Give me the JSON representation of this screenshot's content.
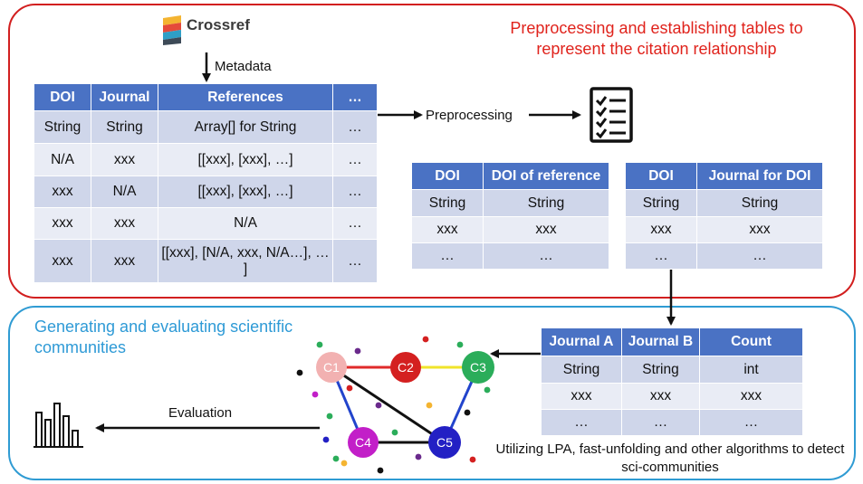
{
  "top_panel": {
    "title": "Preprocessing and establishing tables to represent the citation relationship"
  },
  "bottom_panel": {
    "title": "Generating and evaluating scientific communities"
  },
  "logo": {
    "text": "Crossref",
    "icon": "crossref-logo-icon"
  },
  "labels": {
    "metadata": "Metadata",
    "preprocessing": "Preprocessing",
    "evaluation": "Evaluation",
    "algorithms_caption": "Utilizing LPA, fast-unfolding and other algorithms to detect sci-communities"
  },
  "icons": {
    "checklist": "checklist-icon",
    "bar_chart": "bar-chart-icon"
  },
  "colors": {
    "top_border": "#d21f1f",
    "top_title": "#e0231c",
    "bottom_border": "#2f9bd3",
    "bottom_title": "#2e9ad6",
    "table_header": "#4a72c4",
    "table_row_dark": "#cfd6ea",
    "table_row_light": "#e9ecf5"
  },
  "metadata_table": {
    "headers": [
      "DOI",
      "Journal",
      "References",
      "…"
    ],
    "rows": [
      [
        "String",
        "String",
        "Array[] for String",
        "…"
      ],
      [
        "N/A",
        "xxx",
        "[[xxx], [xxx], …]",
        "…"
      ],
      [
        "xxx",
        "N/A",
        "[[xxx], [xxx], …]",
        "…"
      ],
      [
        "xxx",
        "xxx",
        "N/A",
        "…"
      ],
      [
        "xxx",
        "xxx",
        "[[xxx], [N/A, xxx, N/A…], … ]",
        "…"
      ]
    ]
  },
  "doi_reference_table": {
    "headers": [
      "DOI",
      "DOI of reference"
    ],
    "rows": [
      [
        "String",
        "String"
      ],
      [
        "xxx",
        "xxx"
      ],
      [
        "…",
        "…"
      ]
    ]
  },
  "doi_journal_table": {
    "headers": [
      "DOI",
      "Journal for DOI"
    ],
    "rows": [
      [
        "String",
        "String"
      ],
      [
        "xxx",
        "xxx"
      ],
      [
        "…",
        "…"
      ]
    ]
  },
  "journal_count_table": {
    "headers": [
      "Journal A",
      "Journal B",
      "Count"
    ],
    "rows": [
      [
        "String",
        "String",
        "int"
      ],
      [
        "xxx",
        "xxx",
        "xxx"
      ],
      [
        "…",
        "…",
        "…"
      ]
    ]
  },
  "graph": {
    "nodes": [
      {
        "id": "C1",
        "color": "#f2b1b1"
      },
      {
        "id": "C2",
        "color": "#d42020"
      },
      {
        "id": "C3",
        "color": "#2bad5a"
      },
      {
        "id": "C4",
        "color": "#c21fc8"
      },
      {
        "id": "C5",
        "color": "#2320c4"
      }
    ],
    "edges": [
      {
        "from": "C1",
        "to": "C2",
        "color": "#e02a2a"
      },
      {
        "from": "C2",
        "to": "C3",
        "color": "#f0e42a"
      },
      {
        "from": "C1",
        "to": "C4",
        "color": "#2244cc"
      },
      {
        "from": "C3",
        "to": "C5",
        "color": "#2244cc"
      },
      {
        "from": "C1",
        "to": "C5",
        "color": "#111111"
      },
      {
        "from": "C4",
        "to": "C5",
        "color": "#111111"
      }
    ]
  }
}
